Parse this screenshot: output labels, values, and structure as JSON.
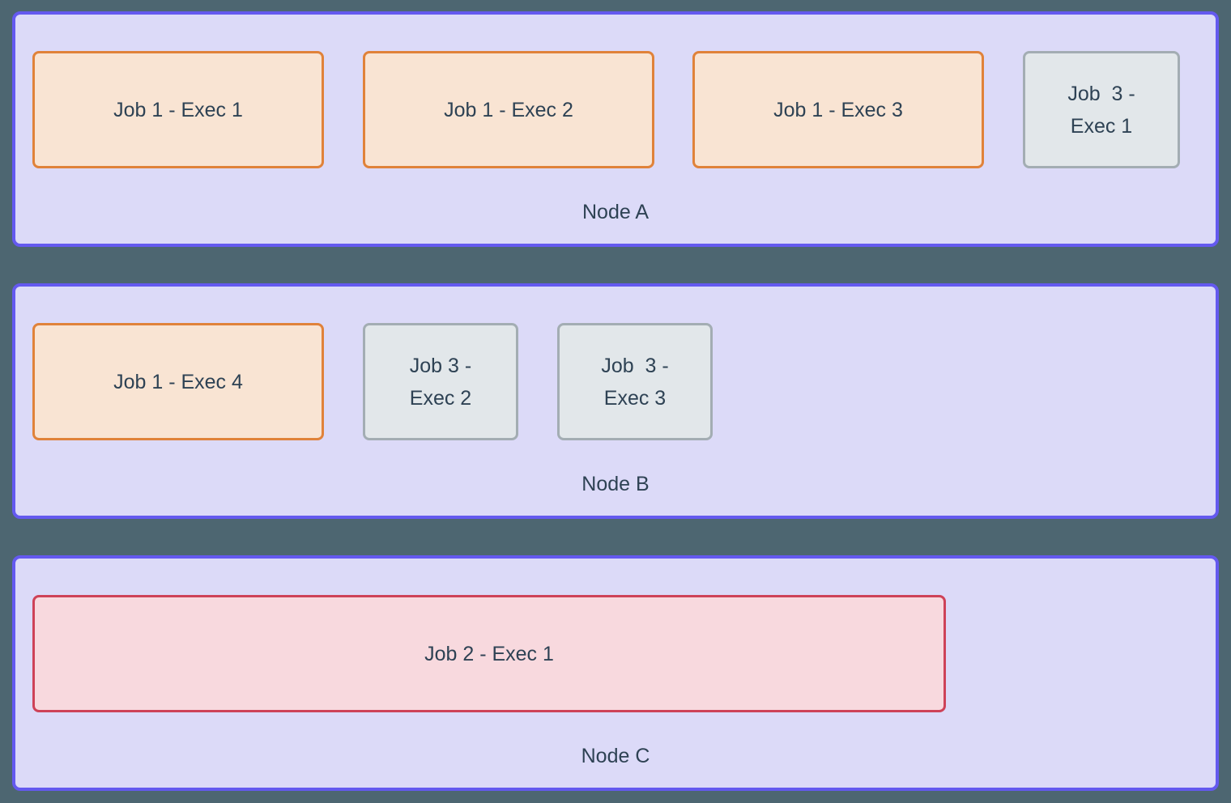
{
  "diagram": {
    "description_colors": {
      "background": "#4d6671",
      "node_fill": "#dcdaf8",
      "node_border": "#6459ef",
      "job1_fill": "#f9e4d3",
      "job1_border": "#e0823a",
      "job2_fill": "#f8d9de",
      "job2_border": "#ce4258",
      "job3_fill": "#e2e7ea",
      "job3_border": "#a3adb3",
      "text": "#2e4254"
    },
    "nodes": [
      {
        "label": "Node A",
        "executors": [
          {
            "kind": "job1",
            "lines": [
              "Job 1 - Exec 1"
            ]
          },
          {
            "kind": "job1",
            "lines": [
              "Job 1 - Exec 2"
            ]
          },
          {
            "kind": "job1",
            "lines": [
              "Job 1 - Exec 3"
            ]
          },
          {
            "kind": "job3",
            "lines": [
              "Job  3 -",
              "Exec 1"
            ]
          }
        ]
      },
      {
        "label": "Node B",
        "executors": [
          {
            "kind": "job1",
            "lines": [
              "Job 1 - Exec 4"
            ]
          },
          {
            "kind": "job3",
            "lines": [
              "Job 3 -",
              "Exec 2"
            ]
          },
          {
            "kind": "job3",
            "lines": [
              "Job  3 -",
              "Exec 3"
            ]
          }
        ]
      },
      {
        "label": "Node C",
        "executors": [
          {
            "kind": "job2",
            "lines": [
              "Job 2 - Exec 1"
            ]
          }
        ]
      }
    ]
  }
}
